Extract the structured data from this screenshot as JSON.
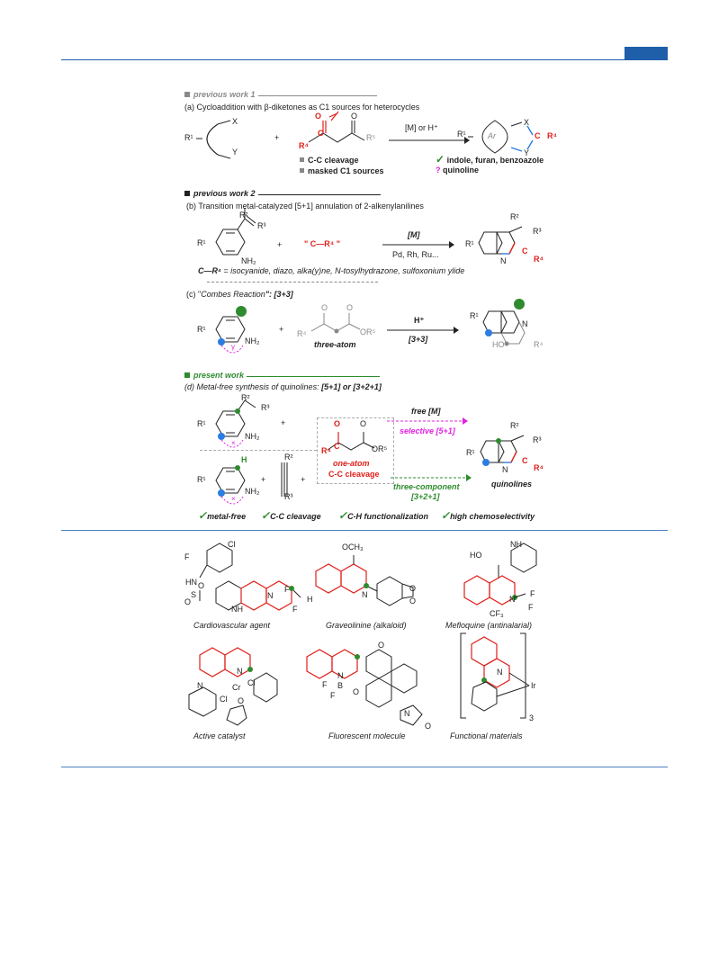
{
  "sections": {
    "prev1": {
      "label": "previous work 1",
      "desc": "(a) Cycloaddition with β-diketones as C1 sources for heterocycles",
      "conditions": "[M] or H⁺",
      "bullet1": "C-C cleavage",
      "bullet2": "masked C1 sources",
      "product_yes": "indole, furan, benzoazole",
      "product_q": "quinoline",
      "q_mark": "?",
      "ring_label": "Ar"
    },
    "prev2": {
      "label": "previous work 2",
      "desc": "(b) Transition metal-catalyzed [5+1] annulation of 2-alkenylanilines",
      "reagent": "\" C—R⁴ \"",
      "cond_top": "[M]",
      "cond_bottom": "Pd, Rh, Ru...",
      "note_key": "C—R⁴",
      "note_text": " = isocyanide, diazo, alka(y)ne, N-tosylhydrazone, sulfoxonium ylide"
    },
    "combes": {
      "desc_pre": "(c) \"",
      "desc_name": "Combes Reaction",
      "desc_post": "\": [3+3]",
      "reagent_label": "three-atom",
      "cond_top": "H⁺",
      "cond_bottom": "[3+3]"
    },
    "present": {
      "label": "present work",
      "desc_pre": "(d) Metal-free synthesis of quinolines: ",
      "desc_bold": "[5+1] or [3+2+1]",
      "arrow1_top": "free [M]",
      "arrow1_bottom": "selective [5+1]",
      "arrow2_top": "three-component",
      "arrow2_bottom": "[3+2+1]",
      "reagent_note1": "one-atom",
      "reagent_note2": "C-C cleavage",
      "product": "quinolines"
    },
    "features": [
      "metal-free",
      "C-C cleavage",
      "C-H functionalization",
      "high chemoselectivity"
    ]
  },
  "atoms": {
    "R1": "R¹",
    "R2": "R²",
    "R3": "R³",
    "R4": "R⁴",
    "R5": "R⁵",
    "X": "X",
    "Y": "Y",
    "N": "N",
    "NH2": "NH₂",
    "H": "H",
    "C": "C",
    "O": "O",
    "OR5": "OR⁵",
    "HO": "HO",
    "plus": "+",
    "cross": "×",
    "gamma": "γ"
  },
  "molecules": {
    "cardio": {
      "caption": "Cardiovascular agent",
      "Cl": "Cl",
      "F": "F",
      "HN": "HN",
      "S": "S",
      "O": "O",
      "NH": "NH",
      "N": "N",
      "H": "H"
    },
    "grave": {
      "caption": "Graveolinine (alkaloid)",
      "OCH3": "OCH₃",
      "N": "N",
      "O": "O"
    },
    "meflo": {
      "caption": "Mefloquine (antinalarial)",
      "HO": "HO",
      "NH": "NH",
      "N": "N",
      "F": "F",
      "CF3": "CF₃"
    },
    "catalyst": {
      "caption": "Active catalyst",
      "N": "N",
      "Cr": "Cr",
      "Cl": "Cl",
      "O": "O"
    },
    "fluor": {
      "caption": "Fluorescent molecule",
      "O": "O",
      "N": "N",
      "F": "F",
      "B": "B"
    },
    "func": {
      "caption": "Functional materials",
      "N": "N",
      "Ir": "Ir",
      "n": "3"
    }
  },
  "colors": {
    "accent": "#1f5faa",
    "red": "#e0201a",
    "green": "#2e8b2e",
    "blue": "#2a7de1",
    "magenta": "#e020e0",
    "grey": "#8a8a8a"
  }
}
